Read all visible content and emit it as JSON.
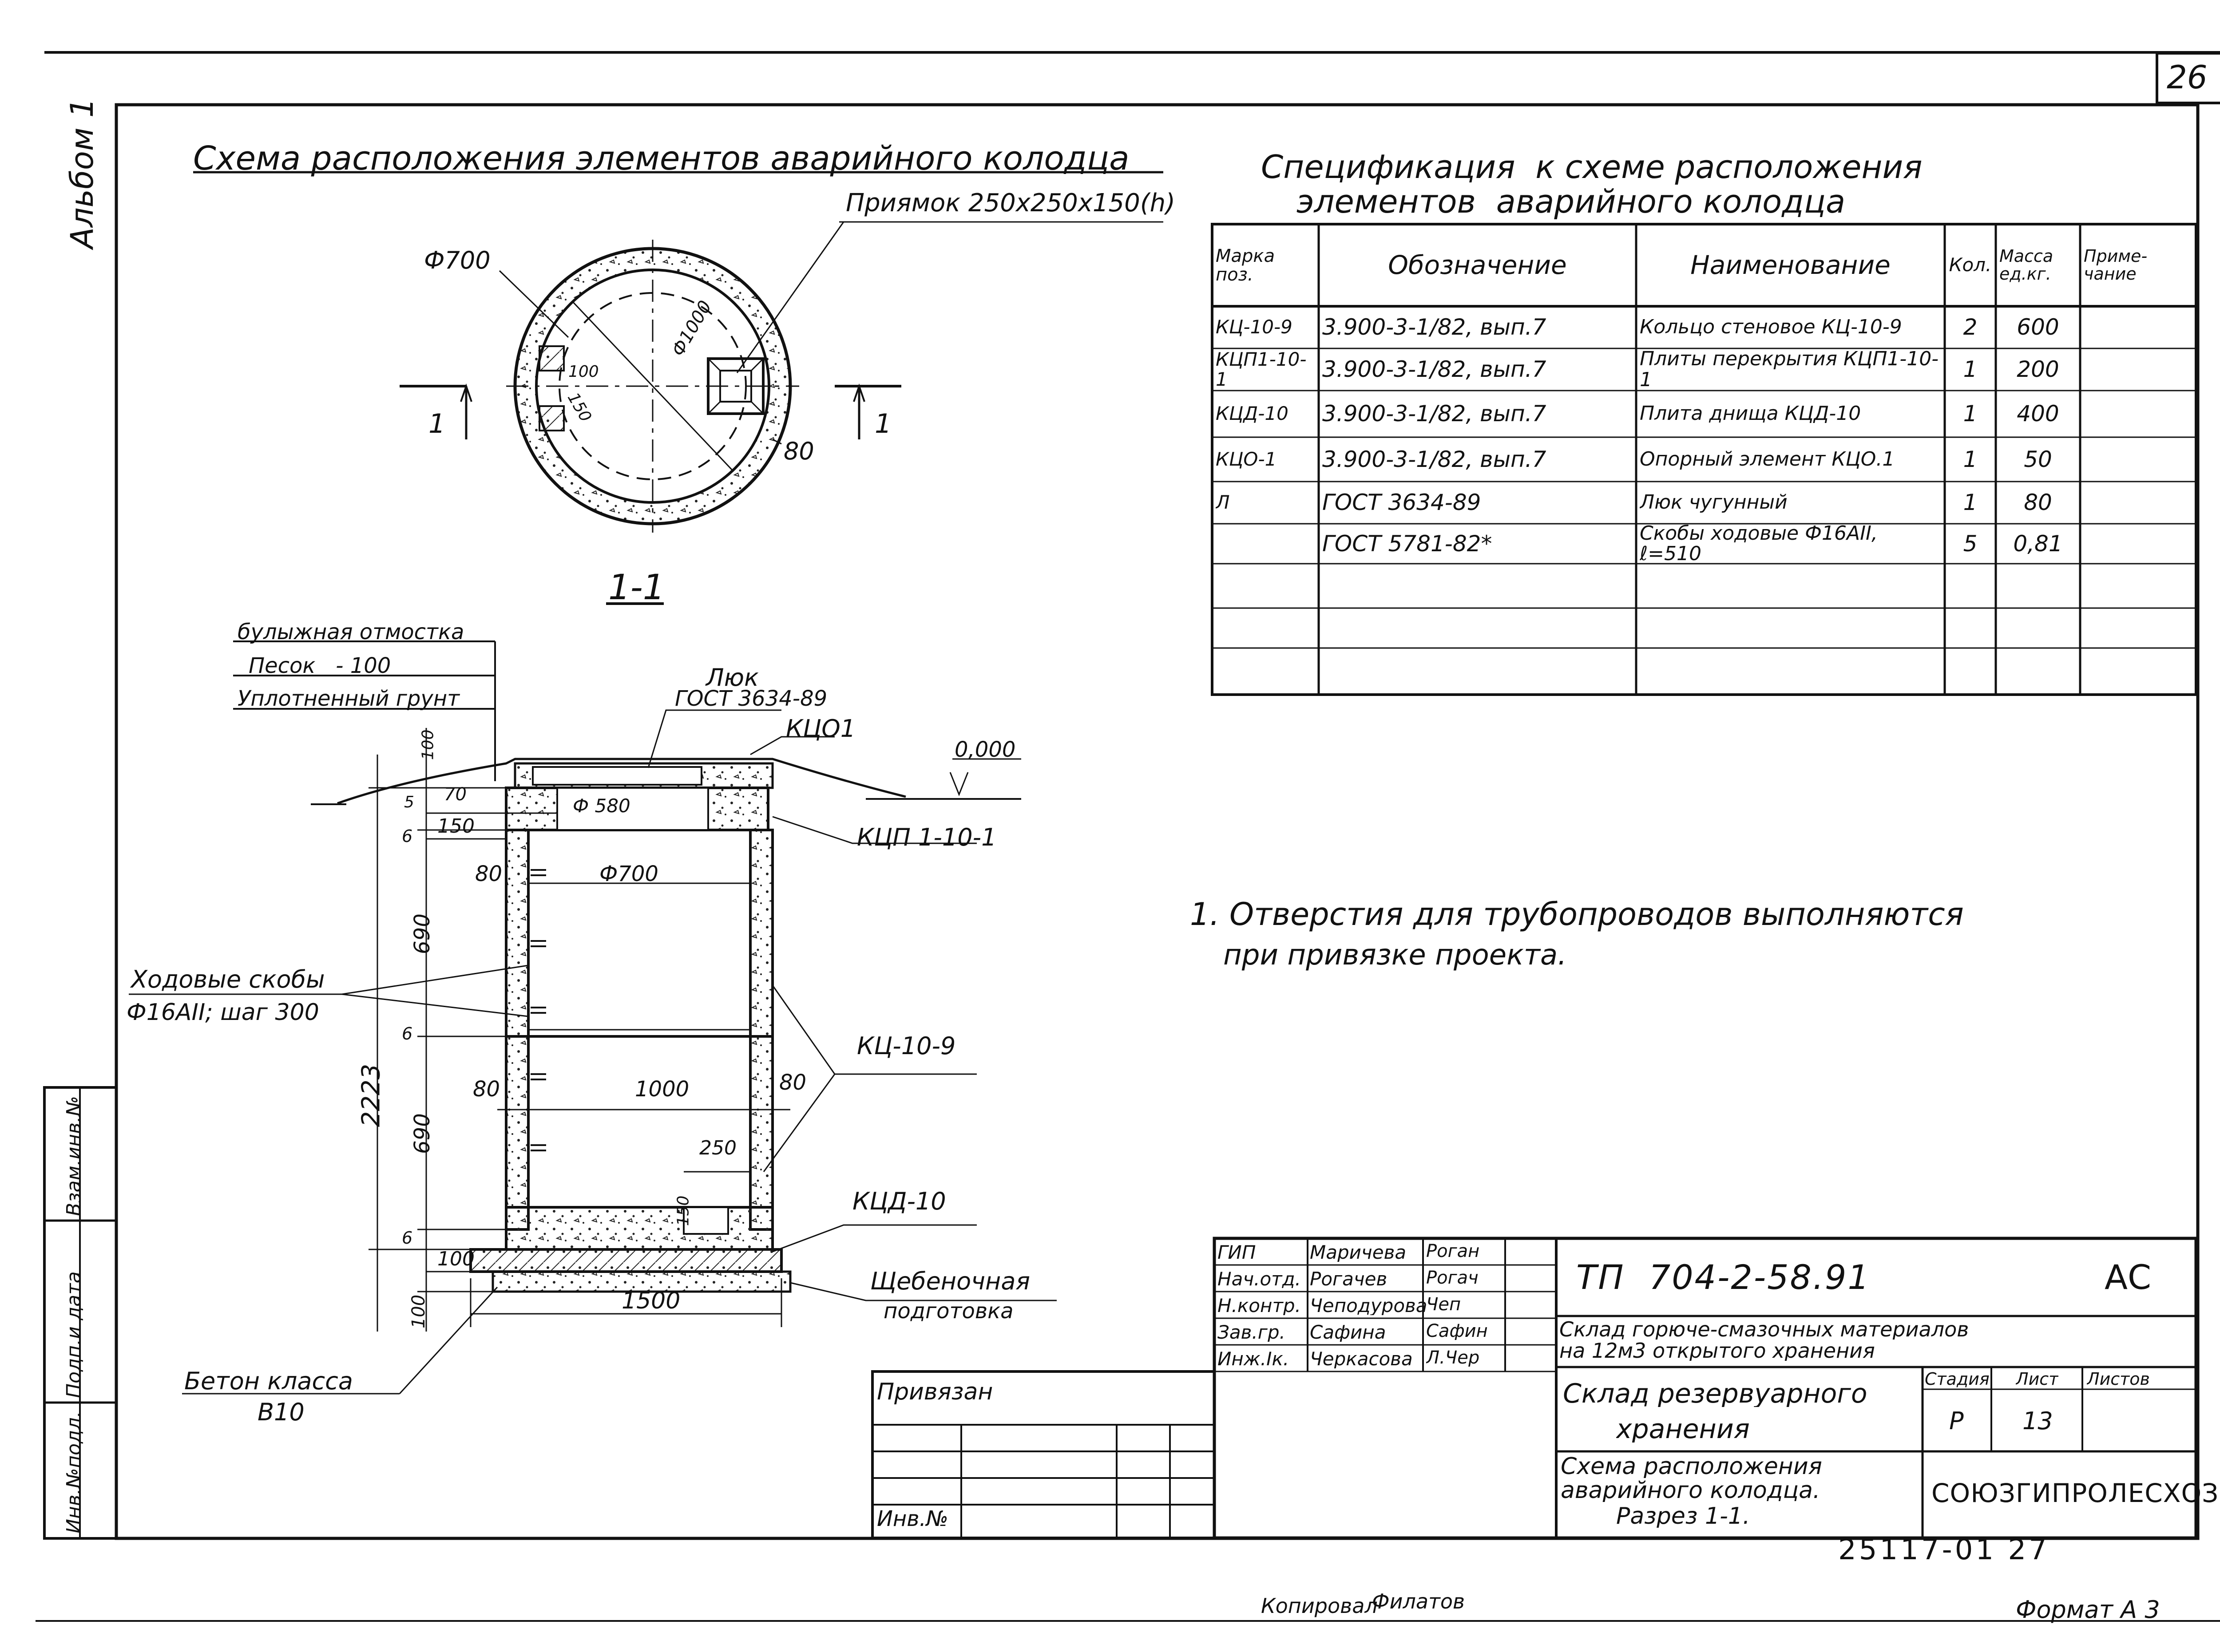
{
  "page": {
    "sheet_number": "26",
    "album": "Альбом 1",
    "copied_by": "Копировал",
    "copied_signature": "Филатов",
    "format": "Формат А 3",
    "archive_number": "25117-01 27"
  },
  "plan": {
    "title": "Схема расположения элементов аварийного колодца",
    "pit_label": "Приямок 250х250х150(h)",
    "dim_outer": "Ф700",
    "dim_inner": "Ф1000",
    "dim_100": "100",
    "dim_150": "150",
    "dim_80": "80",
    "cut_left": "1",
    "cut_right": "1"
  },
  "section": {
    "title": "1-1",
    "layers": [
      "булыжная отмостка",
      "Песок   - 100",
      "Уплотненный грунт"
    ],
    "hatch_label": "Люк",
    "hatch_std": "ГОСТ 3634-89",
    "support": "КЦО1",
    "level": "0,000",
    "slab": "КЦП 1-10-1",
    "ring": "КЦ-10-9",
    "bottom": "КЦД-10",
    "gravel": [
      "Щебеночная",
      "подготовка"
    ],
    "concrete": [
      "Бетон класса",
      "В10"
    ],
    "ladder": [
      "Ходовые скобы",
      "Ф16АII; шаг 300"
    ],
    "dims": {
      "d100_top": "100",
      "d5": "5",
      "d70": "70",
      "d150": "150",
      "d580": "Ф 580",
      "d6a": "6",
      "d80a": "80",
      "d700": "Ф700",
      "d690a": "690",
      "d6b": "6",
      "d2223": "2223",
      "d80b": "80",
      "d1000": "1000",
      "d80c": "80",
      "d690b": "690",
      "d250": "250",
      "d150b": "150",
      "d6c": "6",
      "d100b": "100",
      "d100c": "100",
      "d1500": "1500"
    }
  },
  "spec": {
    "title_line1": "Спецификация  к схеме расположения",
    "title_line2": "элементов  аварийного колодца",
    "headers": [
      "Марка поз.",
      "Обозначение",
      "Наименование",
      "Кол.",
      "Масса ед.кг.",
      "Приме-чание"
    ],
    "rows": [
      [
        "КЦ-10-9",
        "3.900-3-1/82,  вып.7",
        "Кольцо стеновое КЦ-10-9",
        "2",
        "600",
        ""
      ],
      [
        "КЦП1-10-1",
        "3.900-3-1/82,  вып.7",
        "Плиты перекрытия КЦП1-10-1",
        "1",
        "200",
        ""
      ],
      [
        "КЦД-10",
        "3.900-3-1/82,  вып.7",
        "Плита днища КЦД-10",
        "1",
        "400",
        ""
      ],
      [
        "КЦО-1",
        "3.900-3-1/82,  вып.7",
        "Опорный элемент КЦО.1",
        "1",
        "50",
        ""
      ],
      [
        "Л",
        "ГОСТ 3634-89",
        "Люк чугунный",
        "1",
        "80",
        ""
      ],
      [
        "",
        "ГОСТ 5781-82*",
        "Скобы ходовые Ф16АII, ℓ=510",
        "5",
        "0,81",
        ""
      ],
      [
        "",
        "",
        "",
        "",
        "",
        ""
      ],
      [
        "",
        "",
        "",
        "",
        "",
        ""
      ]
    ]
  },
  "note": {
    "line1": "1. Отверстия для трубопроводов выполняются",
    "line2": "при привязке проекта."
  },
  "side_stamp": [
    "Взам.инв.№",
    "Подп.и дата",
    "Инв.№подл."
  ],
  "binding": {
    "label": "Привязан",
    "inv": "Инв.№"
  },
  "title_block": {
    "roles": [
      "ГИП",
      "Нач.отд.",
      "Н.контр.",
      "Зав.гр.",
      "Инж.Iк."
    ],
    "names": [
      "Маричева",
      "Рогачев",
      "Чеподурова",
      "Сафина",
      "Черкасова"
    ],
    "signatures": [
      "Роган",
      "Рогач",
      "Чеп",
      "Сафин",
      "Л.Чер"
    ],
    "code": "ТП  704-2-58.91",
    "mark": "АС",
    "object_line1": "Склад горюче-смазочных материалов",
    "object_line2": "на 12м3 открытого хранения",
    "building_line1": "Склад резервуарного",
    "building_line2": "хранения",
    "stage_header": "Стадия",
    "sheet_header": "Лист",
    "sheets_header": "Листов",
    "stage": "Р",
    "sheet": "13",
    "sheets": "",
    "drawing_line1": "Схема расположения",
    "drawing_line2": "аварийного колодца.",
    "drawing_line3": "Разрез 1-1.",
    "org": "СОЮЗГИПРОЛЕСХОЗ"
  }
}
